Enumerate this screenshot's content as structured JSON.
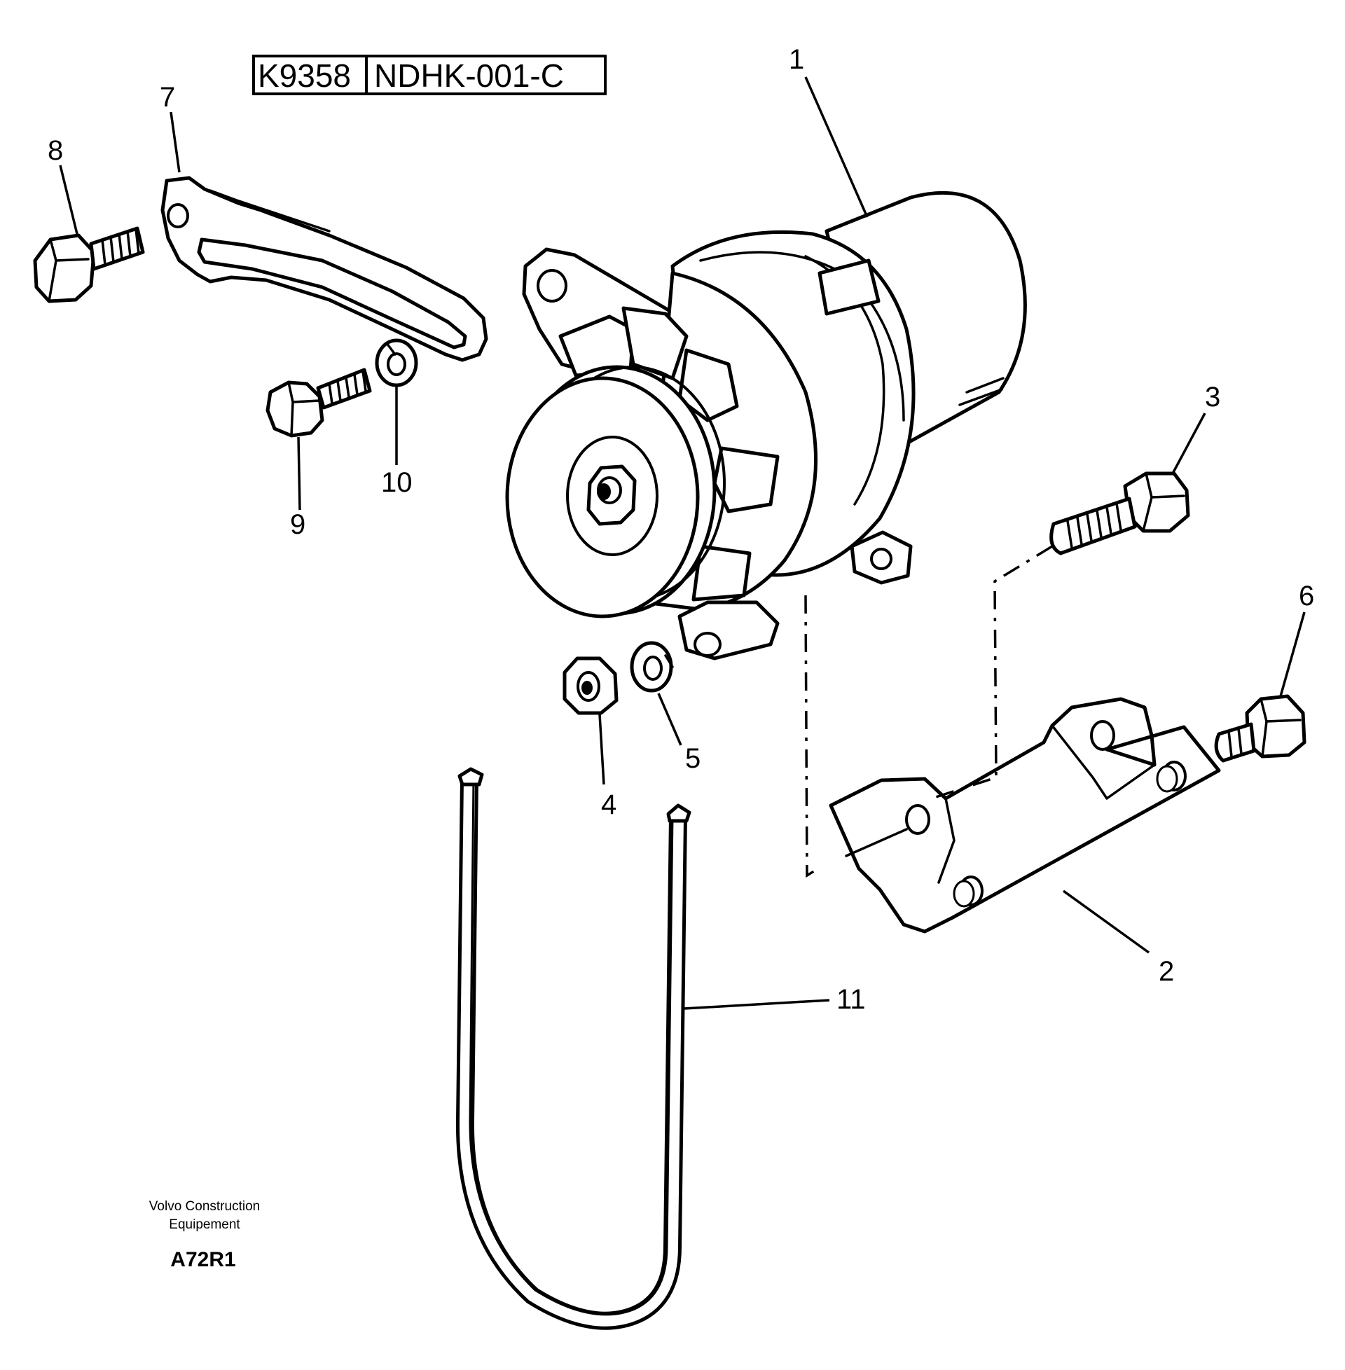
{
  "header": {
    "code_left": "K9358",
    "code_right": "NDHK-001-C"
  },
  "callouts": {
    "c1": "1",
    "c2": "2",
    "c3": "3",
    "c4": "4",
    "c5": "5",
    "c6": "6",
    "c7": "7",
    "c8": "8",
    "c9": "9",
    "c10": "10",
    "c11": "11"
  },
  "footer": {
    "credit_line1": "Volvo Construction",
    "credit_line2": "Equipement",
    "figure_id": "A72R1"
  }
}
